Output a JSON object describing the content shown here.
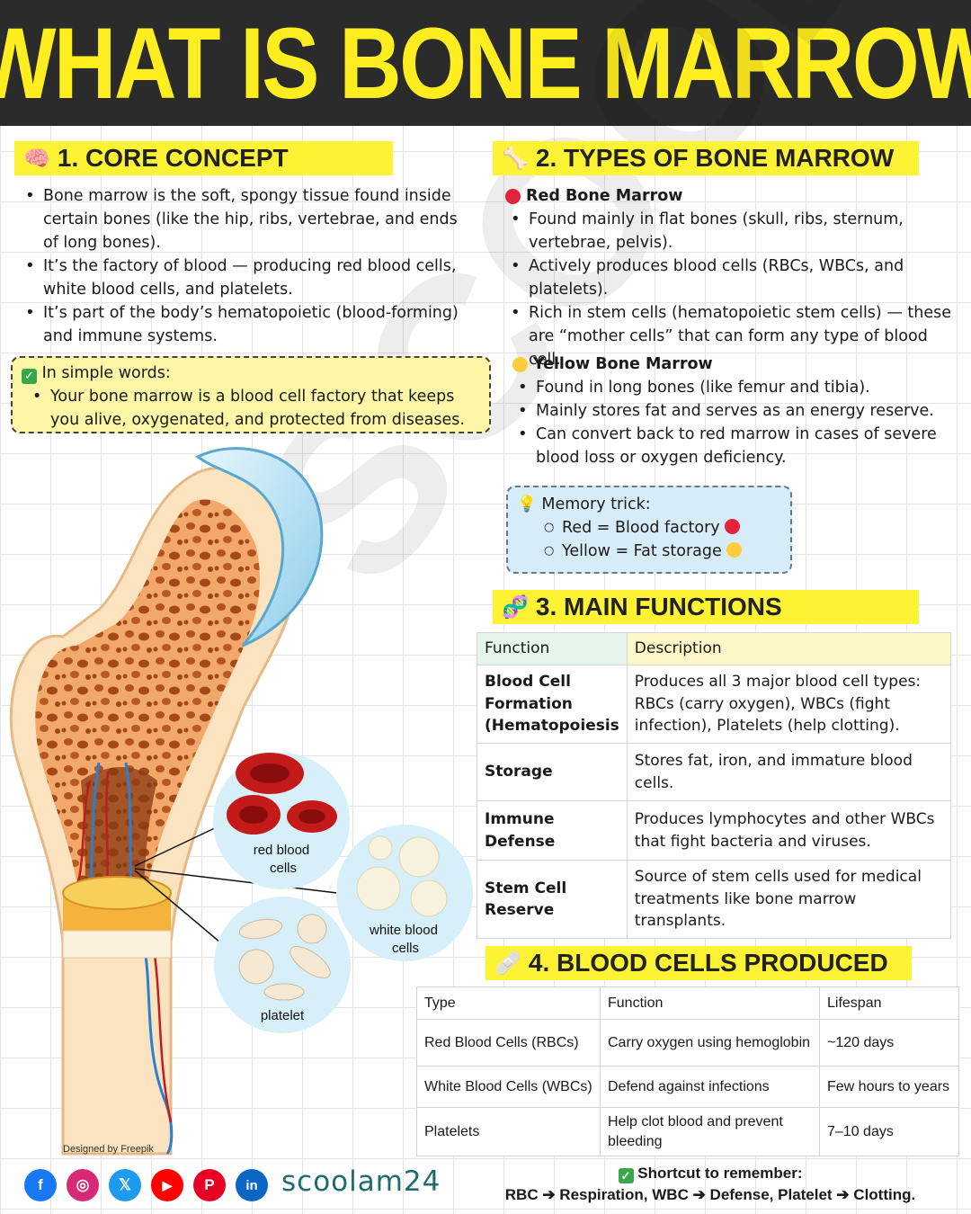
{
  "header": {
    "title": "WHAT IS BONE MARROW"
  },
  "watermark": "SCOOLAM",
  "section1": {
    "icon": "brain-icon",
    "emoji": "🧠",
    "title": "1. CORE CONCEPT",
    "bullets": [
      "Bone marrow is the soft, spongy tissue found inside certain bones (like the hip, ribs, vertebrae, and ends of long bones).",
      "It’s the factory of blood — producing red blood cells, white blood cells, and platelets.",
      "It’s part of the body’s hematopoietic (blood-forming) and immune systems."
    ],
    "simple": {
      "icon": "check-icon",
      "title": "In simple words:",
      "text": "Your bone marrow is a blood cell factory that keeps you alive, oxygenated, and protected from diseases."
    }
  },
  "section2": {
    "icon": "bone-icon",
    "emoji": "🦴",
    "title": "2. TYPES OF BONE MARROW",
    "red": {
      "title": "Red Bone Marrow",
      "color": "#e2233b",
      "bullets": [
        "Found mainly in flat bones (skull, ribs, sternum, vertebrae, pelvis).",
        "Actively produces blood cells (RBCs, WBCs, and platelets).",
        "Rich in stem cells (hematopoietic stem cells) — these are “mother cells” that can form any type of blood cell."
      ]
    },
    "yellow": {
      "title": "Yellow Bone Marrow",
      "color": "#ffcd3c",
      "bullets": [
        "Found in long bones (like femur and tibia).",
        "Mainly stores fat and serves as an energy reserve.",
        "Can convert back to red marrow in cases of severe blood loss or oxygen deficiency."
      ]
    },
    "memory": {
      "icon": "lightbulb-icon",
      "title": "Memory trick:",
      "line1": "Red = Blood factory",
      "line2": "Yellow = Fat storage"
    }
  },
  "section3": {
    "icon": "dna-icon",
    "emoji": "🧬",
    "title": "3. MAIN FUNCTIONS",
    "headers": [
      "Function",
      "Description"
    ],
    "rows": [
      {
        "function": "Blood Cell Formation (Hematopoiesis",
        "description": "Produces all 3 major blood cell types: RBCs (carry oxygen), WBCs (fight infection), Platelets (help clotting)."
      },
      {
        "function": "Storage",
        "description": "Stores fat, iron, and immature blood cells."
      },
      {
        "function": "Immune Defense",
        "description": "Produces lymphocytes and other WBCs that fight bacteria and viruses."
      },
      {
        "function": "Stem Cell Reserve",
        "description": "Source of stem cells used for medical treatments like bone marrow transplants."
      }
    ]
  },
  "section4": {
    "icon": "bandage-icon",
    "emoji": "🩹",
    "title": "4. BLOOD CELLS PRODUCED",
    "headers": [
      "Type",
      "Function",
      "Lifespan"
    ],
    "rows": [
      {
        "type": "Red Blood Cells (RBCs)",
        "function": "Carry oxygen using hemoglobin",
        "lifespan": "~120 days"
      },
      {
        "type": "White Blood Cells (WBCs)",
        "function": "Defend against infections",
        "lifespan": "Few hours to years"
      },
      {
        "type": "Platelets",
        "function": "Help clot blood and prevent bleeding",
        "lifespan": "7–10 days"
      }
    ]
  },
  "illustration": {
    "labels": {
      "rbc_line1": "red blood",
      "rbc_line2": "cells",
      "wbc_line1": "white blood",
      "wbc_line2": "cells",
      "platelet": "platelet"
    },
    "credit": "Designed by Freepik"
  },
  "footer": {
    "socials": [
      {
        "name": "facebook-icon",
        "glyph": "f",
        "color": "#1877f2"
      },
      {
        "name": "instagram-icon",
        "glyph": "◎",
        "color": "#d62976"
      },
      {
        "name": "x-icon",
        "glyph": "𝕏",
        "color": "#1d9bf0"
      },
      {
        "name": "youtube-icon",
        "glyph": "▶",
        "color": "#ff0000"
      },
      {
        "name": "pinterest-icon",
        "glyph": "P",
        "color": "#e60023"
      },
      {
        "name": "linkedin-icon",
        "glyph": "in",
        "color": "#0a66c2"
      }
    ],
    "handle": "scoolam24",
    "shortcut_icon": "check-icon",
    "shortcut_title": "Shortcut to remember:",
    "shortcut_text": "RBC ➔ Respiration, WBC ➔ Defense, Platelet ➔ Clotting."
  }
}
